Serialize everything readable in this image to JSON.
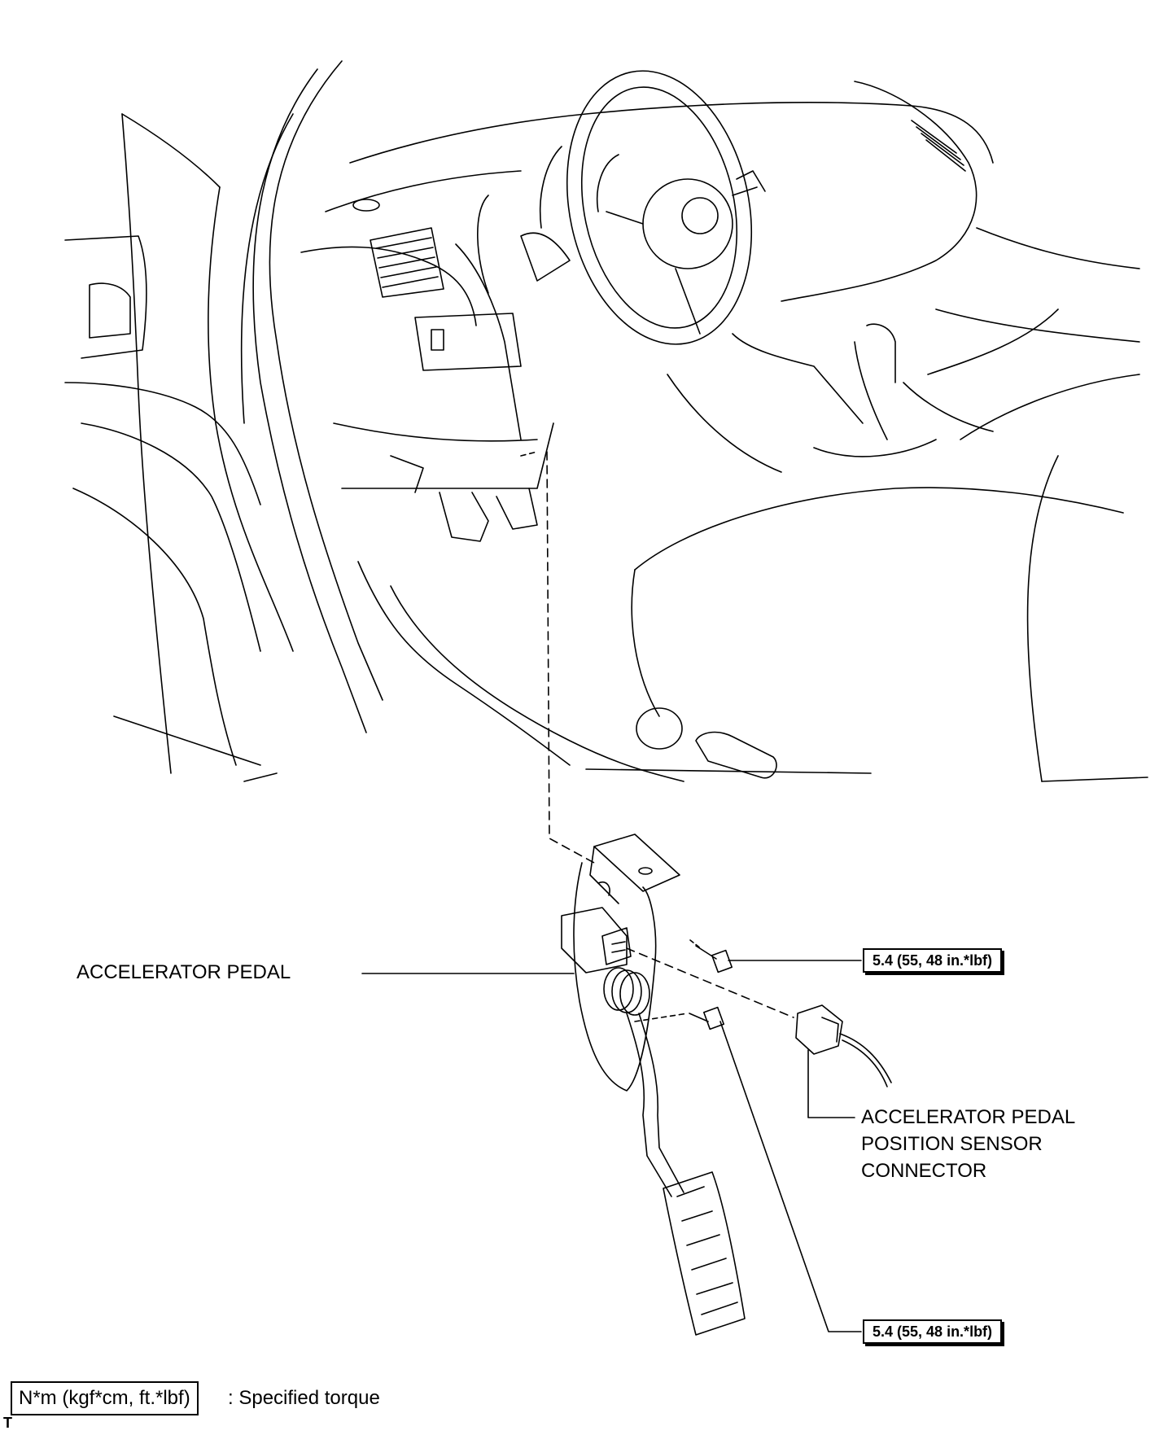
{
  "labels": {
    "accelerator_pedal": "ACCELERATOR PEDAL",
    "sensor_connector": [
      "ACCELERATOR PEDAL",
      "POSITION SENSOR",
      "CONNECTOR"
    ]
  },
  "torque_specs": {
    "upper_bolt": "5.4 (55, 48 in.*lbf)",
    "lower_bolt": "5.4 (55, 48 in.*lbf)"
  },
  "legend": {
    "unit_box": "N*m (kgf*cm, ft.*lbf)",
    "description": ": Specified torque"
  },
  "corner_mark": "T"
}
